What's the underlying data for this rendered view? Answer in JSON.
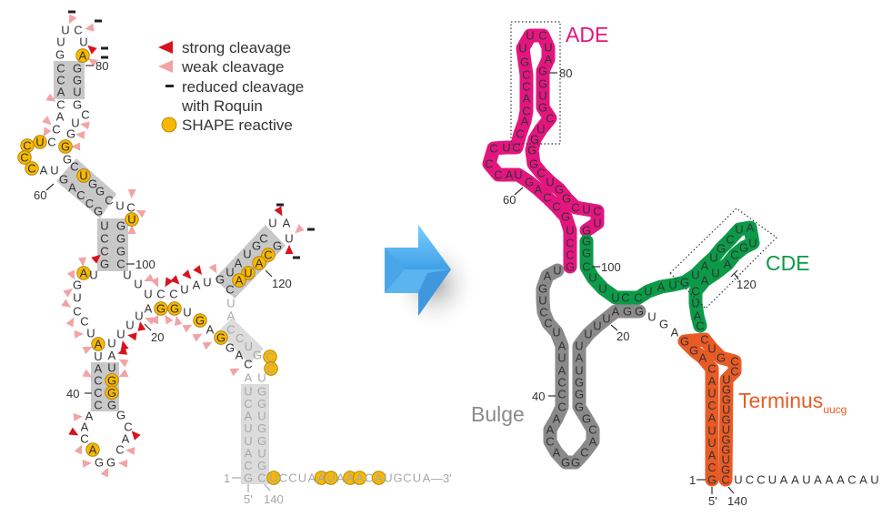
{
  "legend": {
    "strong": "strong cleavage",
    "weak": "weak cleavage",
    "reduced_1": "reduced cleavage",
    "reduced_2": "with Roquin",
    "shape": "SHAPE reactive"
  },
  "colors": {
    "strong": "#d8121e",
    "weak": "#f2a3a6",
    "shape": "#f7b800",
    "stem_box": "#c8c8c8",
    "ADE": "#e4157f",
    "CDE": "#0b9a48",
    "Terminus": "#e95a24",
    "Bulge": "#8a8a8a",
    "arrow": "#5ab4f0"
  },
  "left": {
    "groups": [
      {
        "seq": "UC",
        "shape": "00"
      },
      {
        "seq": "UG",
        "shape": "00"
      },
      {
        "seq": "UA",
        "shape": "01"
      },
      {
        "seq": "CCA",
        "shape": "000"
      },
      {
        "seq": "GGU",
        "shape": "000"
      },
      {
        "seq": "CACC",
        "shape": "0000"
      },
      {
        "seq": "UCCC",
        "shape": "1111"
      },
      {
        "seq": "AU",
        "shape": "00"
      },
      {
        "seq": "GACCG",
        "shape": "00000"
      },
      {
        "seq": "GCUGG",
        "shape": "00001"
      },
      {
        "seq": "GCUGGCUC",
        "shape": "00100000"
      },
      {
        "seq": "U",
        "shape": "1"
      },
      {
        "seq": "UCCG",
        "shape": "0000"
      },
      {
        "seq": "GGGC",
        "shape": "0000"
      },
      {
        "seq": "UUUCCUA",
        "shape": "0000000"
      },
      {
        "seq": "AU",
        "shape": "10"
      },
      {
        "seq": "GUCCU",
        "shape": "00000"
      },
      {
        "seq": "AUACCC",
        "shape": "100000"
      },
      {
        "seq": "UAUGGG",
        "shape": "000110"
      },
      {
        "seq": "AACAGG",
        "shape": "000100"
      },
      {
        "seq": "CACG",
        "shape": "0000"
      },
      {
        "seq": "UUUAGGUGAGGAC",
        "shape": "0000110101000"
      },
      {
        "seq": "UGUAUGCUAUGCAUAC",
        "shape": "0000000000011110"
      },
      {
        "seq": "UA",
        "shape": "00",
        "light": true
      },
      {
        "seq": "CCUG",
        "shape": "0000",
        "light": true
      },
      {
        "seq": "CC",
        "shape": "11",
        "light": true
      },
      {
        "seq": "AU",
        "shape": "00",
        "light": true
      },
      {
        "seq": "UCAUUACG",
        "shape": "00000000",
        "light": true
      },
      {
        "seq": "GGUGGUGC",
        "shape": "00000000",
        "light": true
      },
      {
        "seq": "UCCUAAUAAACAUGCUA",
        "shape": "10000110110100000",
        "light": true
      }
    ],
    "three_prime": "—3'",
    "labels": {
      "n80": "80",
      "n60": "60",
      "n100": "100",
      "n20": "20",
      "n40": "40",
      "n120": "120",
      "n1": "1",
      "five_prime": "5'",
      "n140": "140"
    }
  },
  "right": {
    "domains": {
      "ADE": "ADE",
      "CDE": "CDE",
      "Terminus": "Terminus",
      "Terminus_sub": "uucg",
      "Bulge": "Bulge"
    },
    "regions": [
      {
        "name": "ADE",
        "seq": "GCCUGCCAGUACCCUCCACACCGUUCUAGGUGCUGGGCUGGCUCUG"
      },
      {
        "name": "CDE",
        "seq": "GGCUUUCCUAUGUAUGCUAUGCAUACUAC"
      },
      {
        "name": "Terminus",
        "seq": "GCAUUACUACAGGCUGCCUGGUGUGGUGC"
      },
      {
        "name": "Bulge",
        "seq": "GGAUUUUAUGGGGCACGGACAACCCAUAUCCUGAU"
      }
    ],
    "unpaired": "AGU",
    "tail": "UCCUAAUAAACAU",
    "labels": {
      "n80": "80",
      "n60": "60",
      "n100": "100",
      "n20": "20",
      "n40": "40",
      "n120": "120",
      "n1": "1",
      "five_prime": "5'",
      "n140": "140"
    }
  }
}
